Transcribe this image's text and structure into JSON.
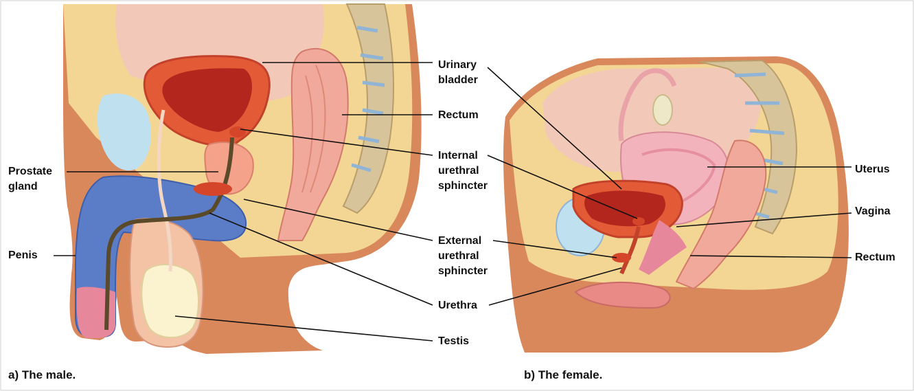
{
  "labels": {
    "urinary_bladder": [
      "Urinary",
      "bladder"
    ],
    "rectum_male": [
      "Rectum"
    ],
    "internal_sphincter": [
      "Internal",
      "urethral",
      "sphincter"
    ],
    "external_sphincter": [
      "External",
      "urethral",
      "sphincter"
    ],
    "urethra": [
      "Urethra"
    ],
    "testis": [
      "Testis"
    ],
    "prostate": [
      "Prostate",
      "gland"
    ],
    "penis": [
      "Penis"
    ],
    "uterus": [
      "Uterus"
    ],
    "vagina": [
      "Vagina"
    ],
    "rectum_female": [
      "Rectum"
    ]
  },
  "captions": {
    "male": "a)  The male.",
    "female": "b)  The female."
  },
  "colors": {
    "skin": "#d9885c",
    "fat": "#f3d693",
    "peritoneum": "#f2c9b8",
    "bladder": "#e35a36",
    "bladder_lumen": "#b3261e",
    "rectum": "#f0a99a",
    "erectile": "#5b7cc7",
    "bone": "#d8c49a",
    "fluid": "#bfe0ef",
    "testis": "#fbf3cf"
  }
}
